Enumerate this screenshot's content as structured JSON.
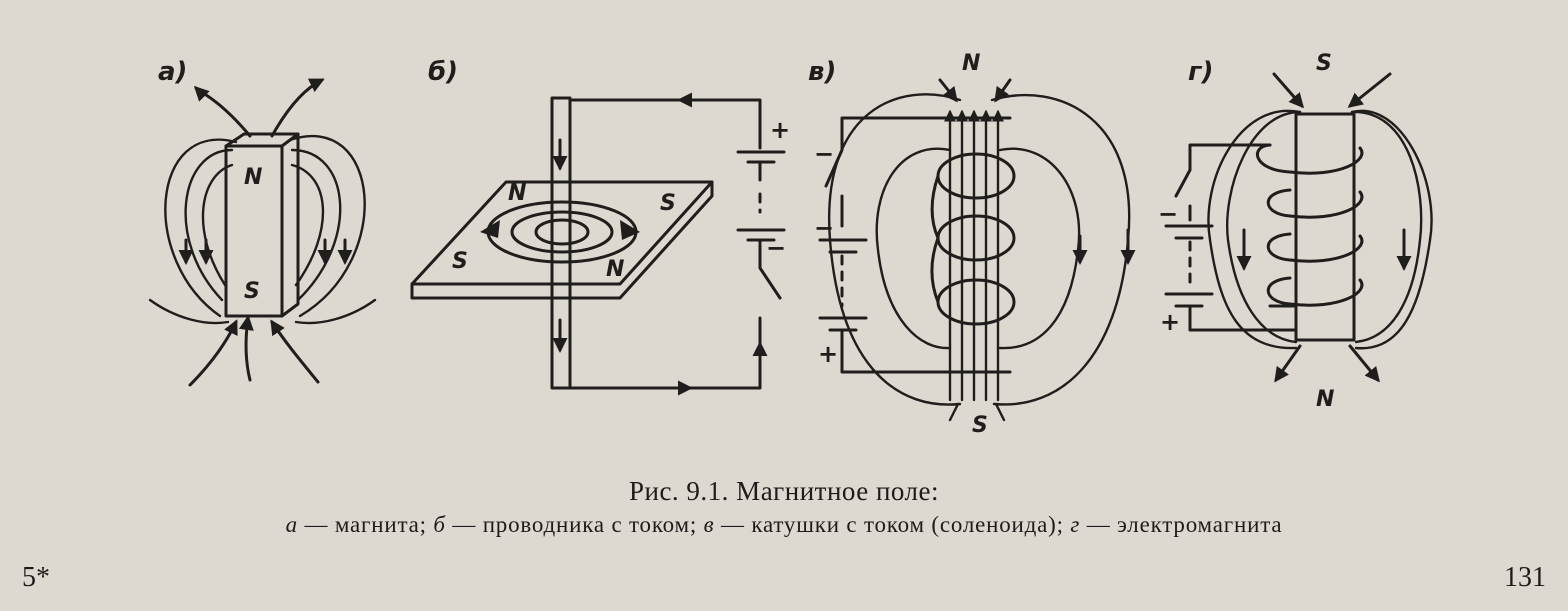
{
  "figure": {
    "panels": [
      {
        "id": "a",
        "label": "а)",
        "poles": {
          "top": "N",
          "bottom": "S"
        }
      },
      {
        "id": "b",
        "label": "б)",
        "poles": {
          "left_back": "N",
          "right_back": "S",
          "left_front": "S",
          "right_front": "N"
        },
        "signs": {
          "top": "+",
          "bottom": "−"
        }
      },
      {
        "id": "c",
        "label": "в)",
        "poles": {
          "top": "N",
          "bottom": "S"
        },
        "signs": {
          "top": "−",
          "middle": "−",
          "bottom": "+"
        }
      },
      {
        "id": "d",
        "label": "г)",
        "poles": {
          "top": "S",
          "bottom": "N"
        },
        "signs": {
          "top": "−",
          "bottom": "+"
        }
      }
    ],
    "caption": {
      "title": "Рис. 9.1. Магнитное поле:",
      "legend": [
        {
          "key": "а",
          "text": "— магнита;"
        },
        {
          "key": "б",
          "text": "— проводника с током;"
        },
        {
          "key": "в",
          "text": "— катушки с током (соленоида);"
        },
        {
          "key": "г",
          "text": "— электромагнита"
        }
      ]
    }
  },
  "page": {
    "footnote_mark": "5*",
    "number": "131"
  }
}
